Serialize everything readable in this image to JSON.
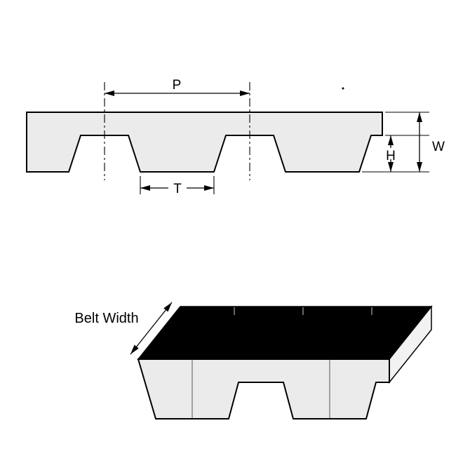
{
  "cross_section": {
    "labels": {
      "pitch": "P",
      "tooth_width": "T",
      "tooth_height": "H",
      "belt_thickness": "W"
    }
  },
  "perspective_view": {
    "belt_width_label": "Belt Width"
  },
  "colors": {
    "background": "#ffffff",
    "outline": "#000000",
    "belt_fill": "#ebebeb",
    "top_face_fill": "#000000",
    "end_face_fill": "#f2f2f2"
  }
}
